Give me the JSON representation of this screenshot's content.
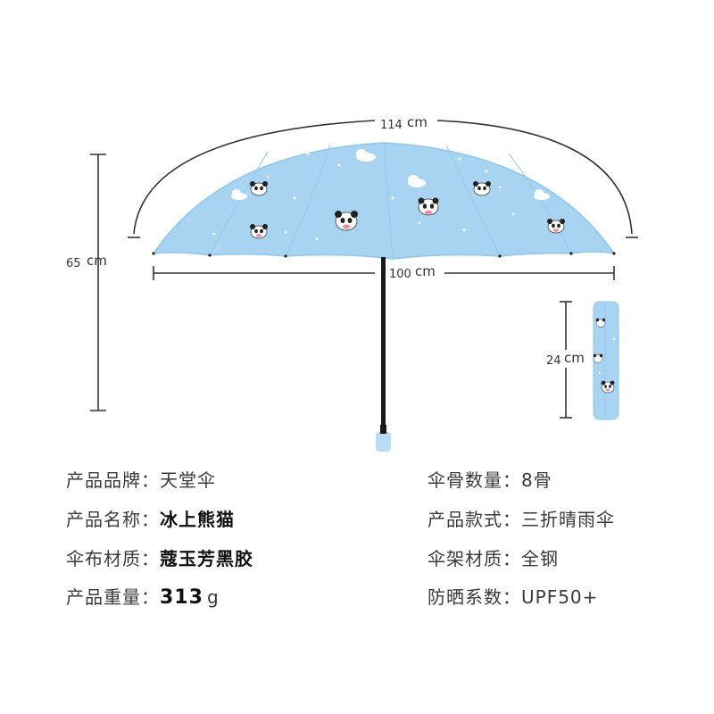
{
  "dimensions": {
    "arc_width": {
      "value": "114",
      "unit": "cm"
    },
    "height": {
      "value": "65",
      "unit": "cm"
    },
    "span": {
      "value": "100",
      "unit": "cm"
    },
    "folded_length": {
      "value": "24",
      "unit": "cm"
    }
  },
  "colors": {
    "canopy": "#a8d4f2",
    "canopy_edge": "#8ec6ee",
    "handle": "#b8dcf5",
    "shaft": "#1a1a1a"
  },
  "specs_left": [
    {
      "label": "产品品牌：",
      "value": "天堂伞",
      "bold": false
    },
    {
      "label": "产品名称：",
      "value": "冰上熊猫",
      "bold": true
    },
    {
      "label": "伞布材质：",
      "value": "蔻玉芳黑胶",
      "bold": true
    },
    {
      "label": "产品重量：",
      "value": "313",
      "unit": "g",
      "bold": true
    }
  ],
  "specs_right": [
    {
      "label": "伞骨数量：",
      "value": "8骨"
    },
    {
      "label": "产品款式：",
      "value": "三折晴雨伞"
    },
    {
      "label": "伞架材质：",
      "value": "全钢"
    },
    {
      "label": "防晒系数：",
      "value": "UPF50+"
    }
  ]
}
